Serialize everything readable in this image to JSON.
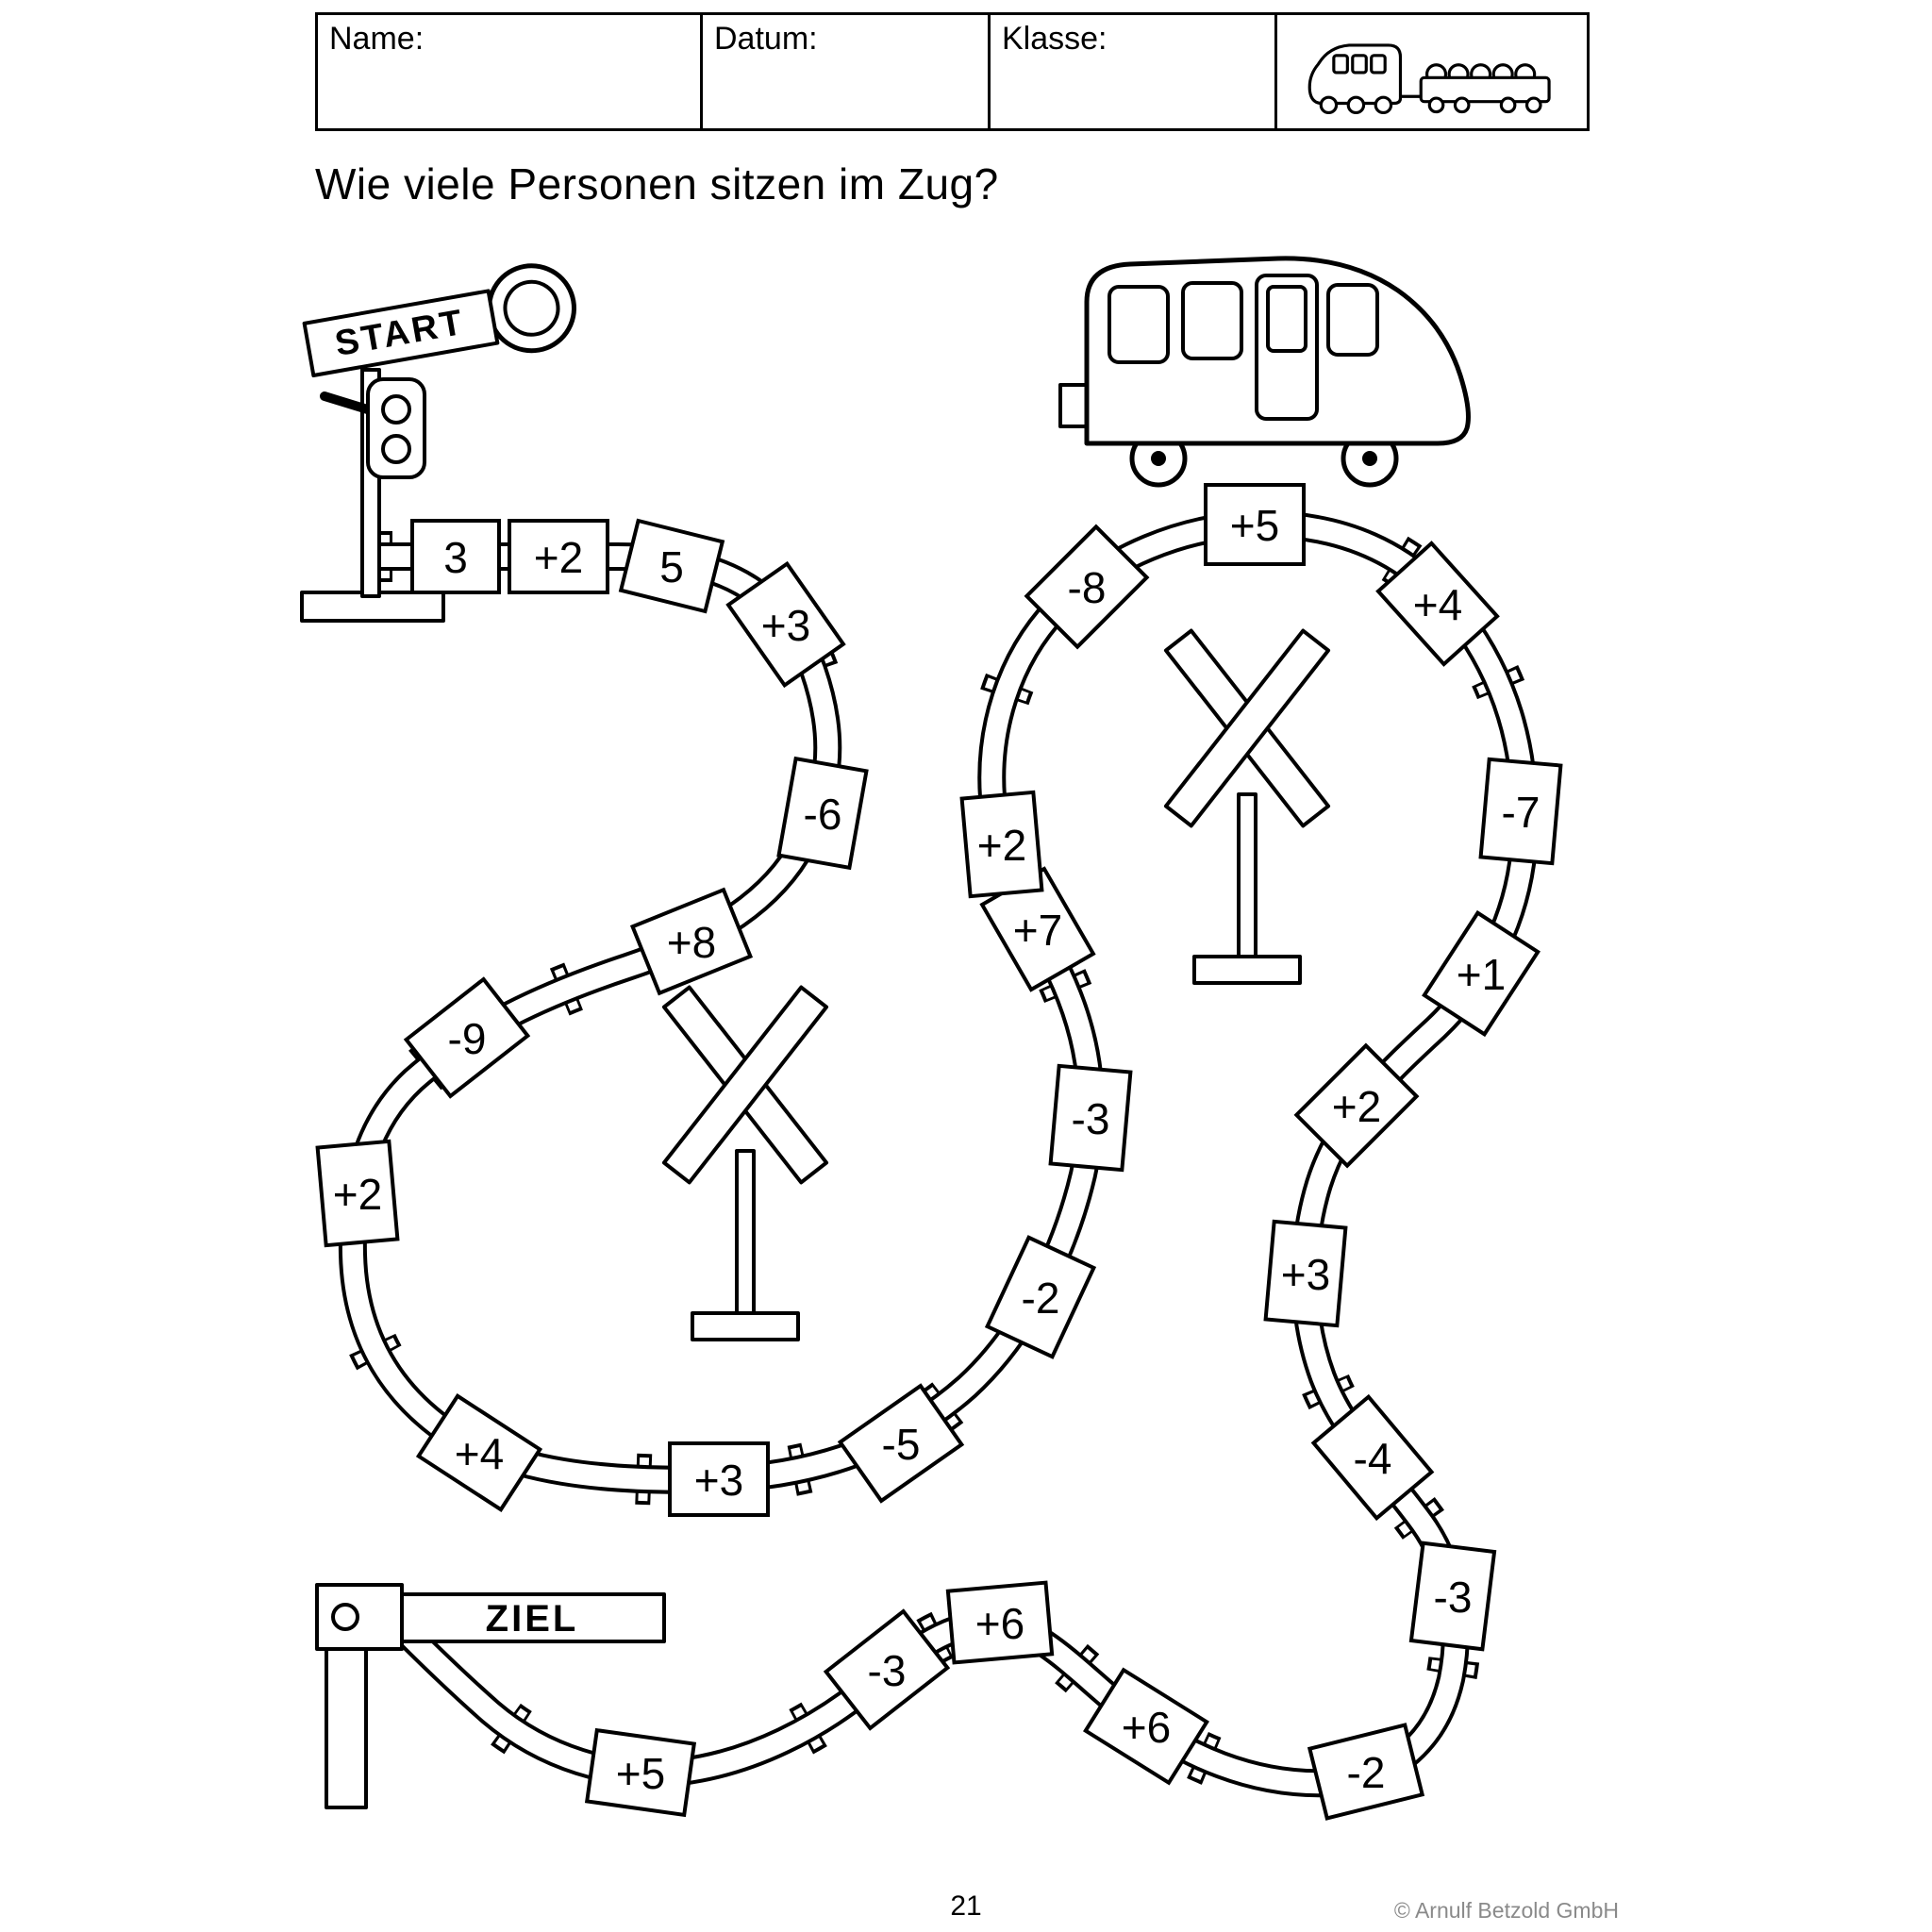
{
  "header": {
    "fields": [
      {
        "label": "Name:"
      },
      {
        "label": "Datum:"
      },
      {
        "label": "Klasse:"
      }
    ],
    "train_icon": "train-with-passenger-wagon-icon"
  },
  "title": "Wie viele Personen sitzen im Zug?",
  "board": {
    "start_label": "START",
    "ziel_label": "ZIEL",
    "icons": {
      "start_signal": "semaphore-signal-icon",
      "crossing": "railroad-crossing-x-icon",
      "train": "train-icon",
      "ziel_barrier": "barrier-icon"
    },
    "operations": [
      {
        "value": "3"
      },
      {
        "value": "+2"
      },
      {
        "value": "5"
      },
      {
        "value": "+3"
      },
      {
        "value": "-6"
      },
      {
        "value": "+8"
      },
      {
        "value": "-9"
      },
      {
        "value": "+2"
      },
      {
        "value": "+4"
      },
      {
        "value": "+3"
      },
      {
        "value": "-5"
      },
      {
        "value": "-2"
      },
      {
        "value": "-3"
      },
      {
        "value": "+7"
      },
      {
        "value": "+2"
      },
      {
        "value": "-8"
      },
      {
        "value": "+5"
      },
      {
        "value": "+4"
      },
      {
        "value": "-7"
      },
      {
        "value": "+1"
      },
      {
        "value": "+2"
      },
      {
        "value": "+3"
      },
      {
        "value": "-4"
      },
      {
        "value": "-3"
      },
      {
        "value": "-2"
      },
      {
        "value": "+6"
      },
      {
        "value": "+6"
      },
      {
        "value": "-3"
      },
      {
        "value": "+5"
      }
    ]
  },
  "footer": {
    "page_number": "21",
    "copyright": "© Arnulf Betzold GmbH"
  }
}
